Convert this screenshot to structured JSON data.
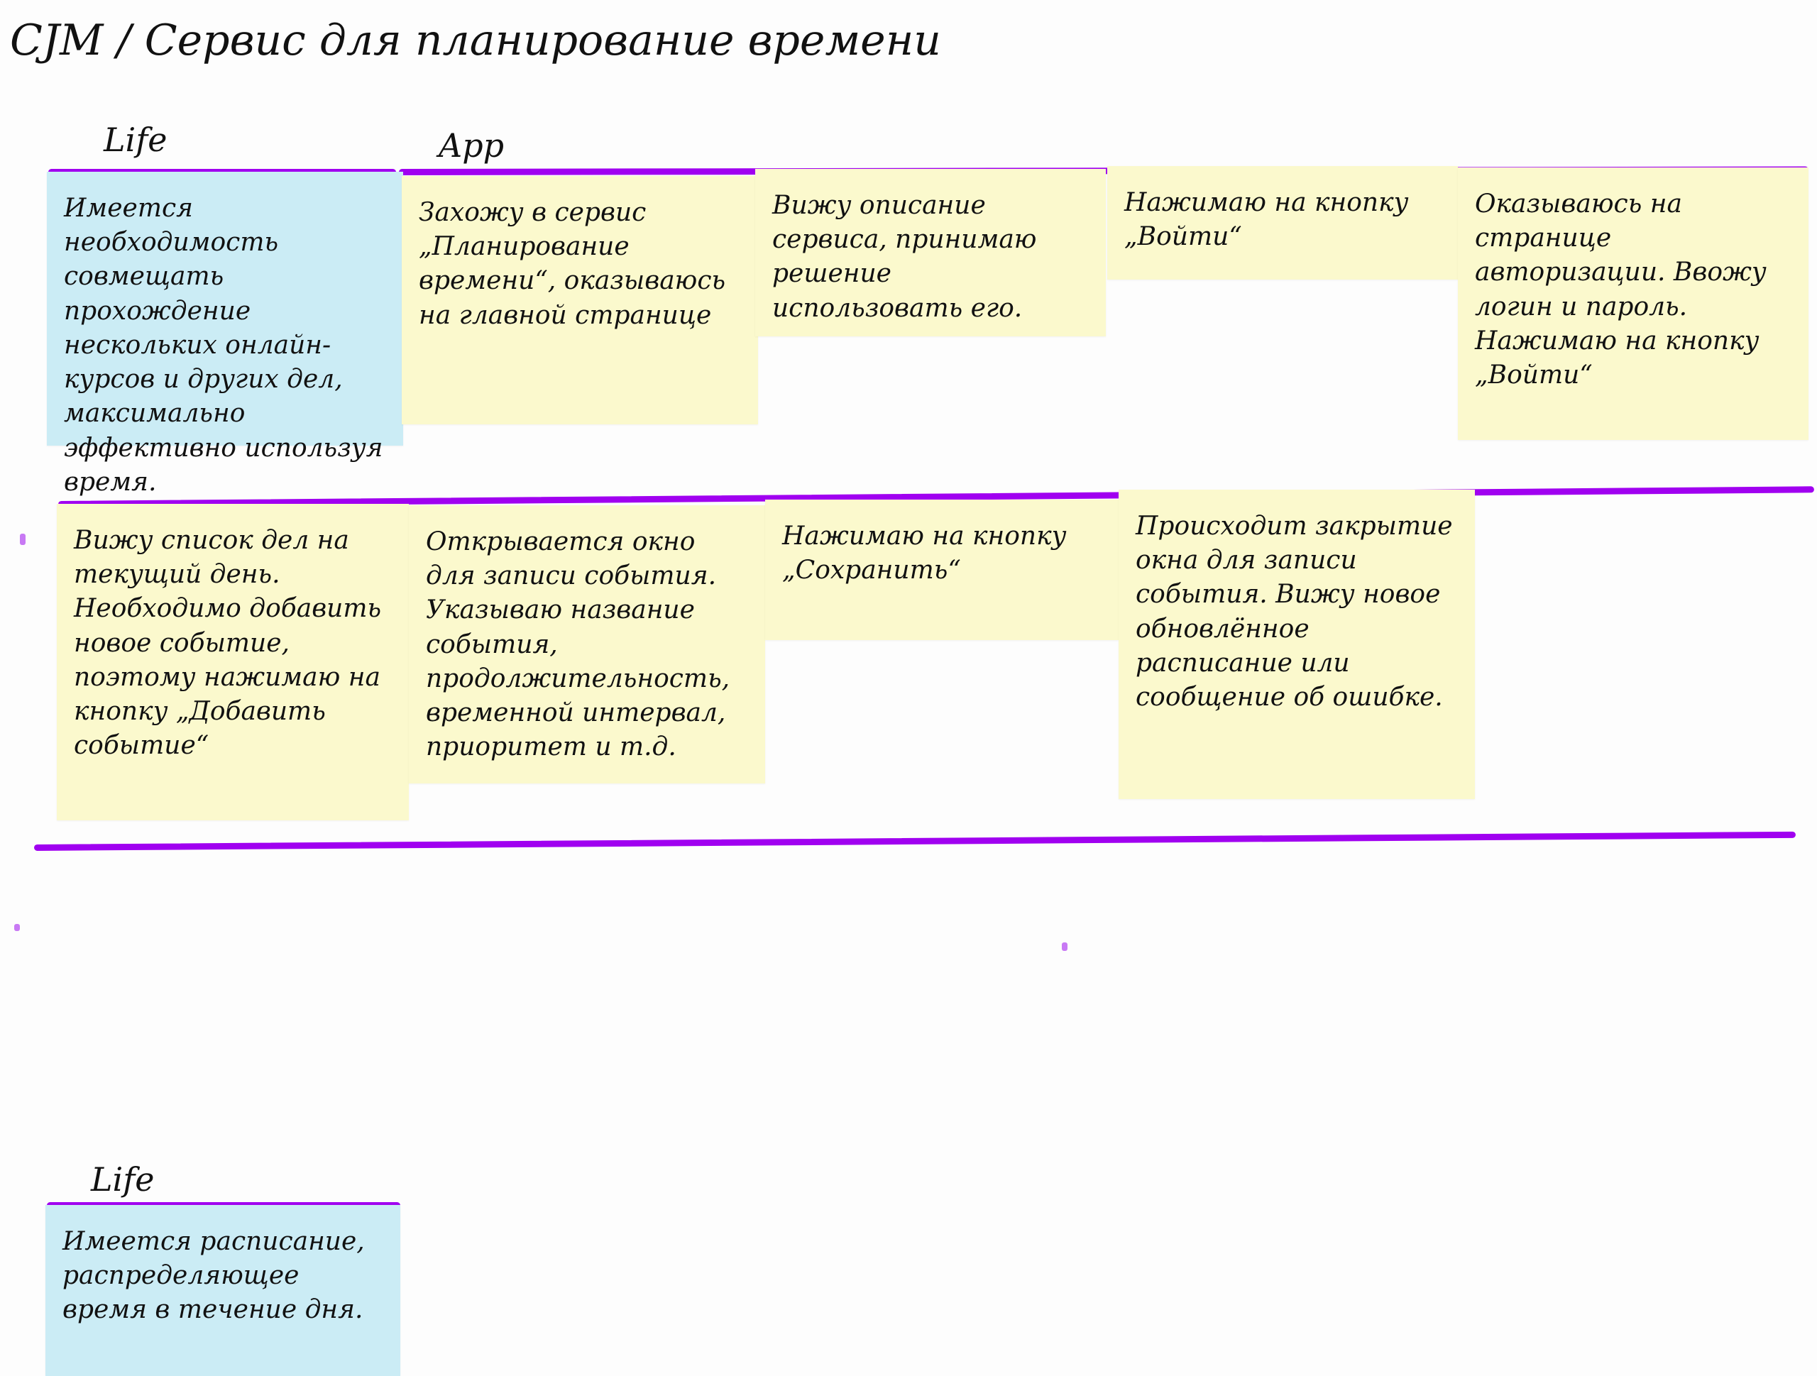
{
  "title": "CJM / Сервис для планирование времени",
  "lanes": {
    "life_top": "Life",
    "app": "App",
    "life_bottom": "Life"
  },
  "notes": {
    "life1": "Имеется необходимость совмещать прохождение нескольких онлайн-курсов и других дел, максимально эффективно используя время.",
    "app1": "Захожу в сервис „Планирование времени“, оказываюсь на главной странице",
    "app2": "Вижу описание сервиса, принимаю решение использовать его.",
    "app3": "Нажимаю на кнопку „Войти“",
    "app4": "Оказываюсь на странице авторизации. Ввожу логин и пароль. Нажимаю на кнопку „Войти“",
    "app5": "Вижу список дел на текущий день. Необходимо добавить новое событие, поэтому нажимаю на кнопку „Добавить событие“",
    "app6": "Открывается окно для записи события. Указываю название события, продолжительность, временной интервал, приоритет и т.д.",
    "app7": "Нажимаю на кнопку „Сохранить“",
    "app8": "Происходит закрытие окна для записи события. Вижу новое обновлённое расписание или сообщение об ошибке.",
    "life2": "Имеется расписание, распределяющее время в течение дня."
  },
  "colors": {
    "marker": "#a000f0",
    "sticky_yellow": "#fbf9cd",
    "sticky_blue": "#cbecf5"
  }
}
